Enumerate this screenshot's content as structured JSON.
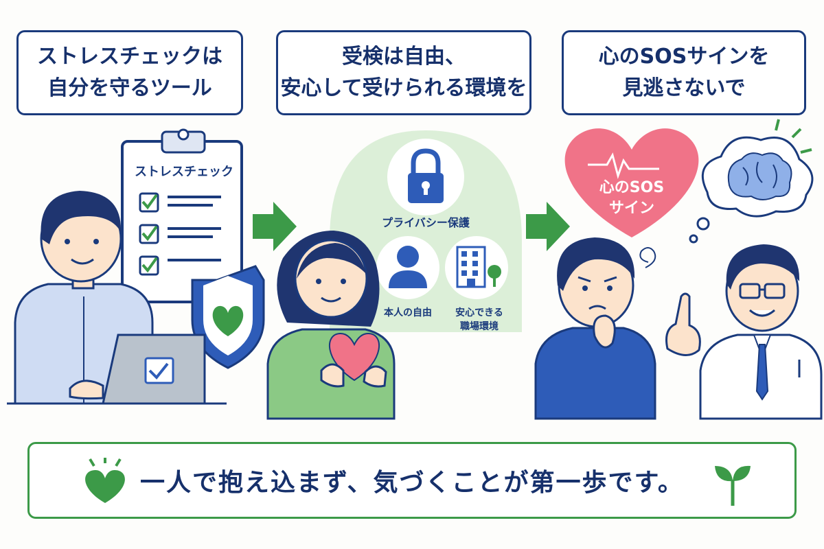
{
  "headers": {
    "box1": [
      "ストレスチェックは",
      "自分を守るツール"
    ],
    "box2": [
      "受検は自由、",
      "安心して受けられる環境を"
    ],
    "box3": [
      "心のSOSサインを",
      "見逃さないで"
    ]
  },
  "clipboard": {
    "title": "ストレスチェック"
  },
  "privacy": {
    "label": "プライバシー保護",
    "freedom": "本人の自由",
    "workplace": [
      "安心できる",
      "職場環境"
    ]
  },
  "heart_badge": {
    "text": [
      "心のSOS",
      "サイン"
    ]
  },
  "footer": {
    "message": "一人で抱え込まず、気づくことが第一歩です。"
  },
  "colors": {
    "navy": "#1a3a7c",
    "blue": "#2e5cb8",
    "green": "#3c9a48",
    "pink": "#f07388",
    "light_green": "#dcefd8"
  },
  "icons": [
    "checkbox-icon",
    "shield-heart-icon",
    "arrow-right-icon",
    "lock-icon",
    "person-icon",
    "building-icon",
    "heart-icon",
    "brain-icon",
    "sprout-icon"
  ]
}
